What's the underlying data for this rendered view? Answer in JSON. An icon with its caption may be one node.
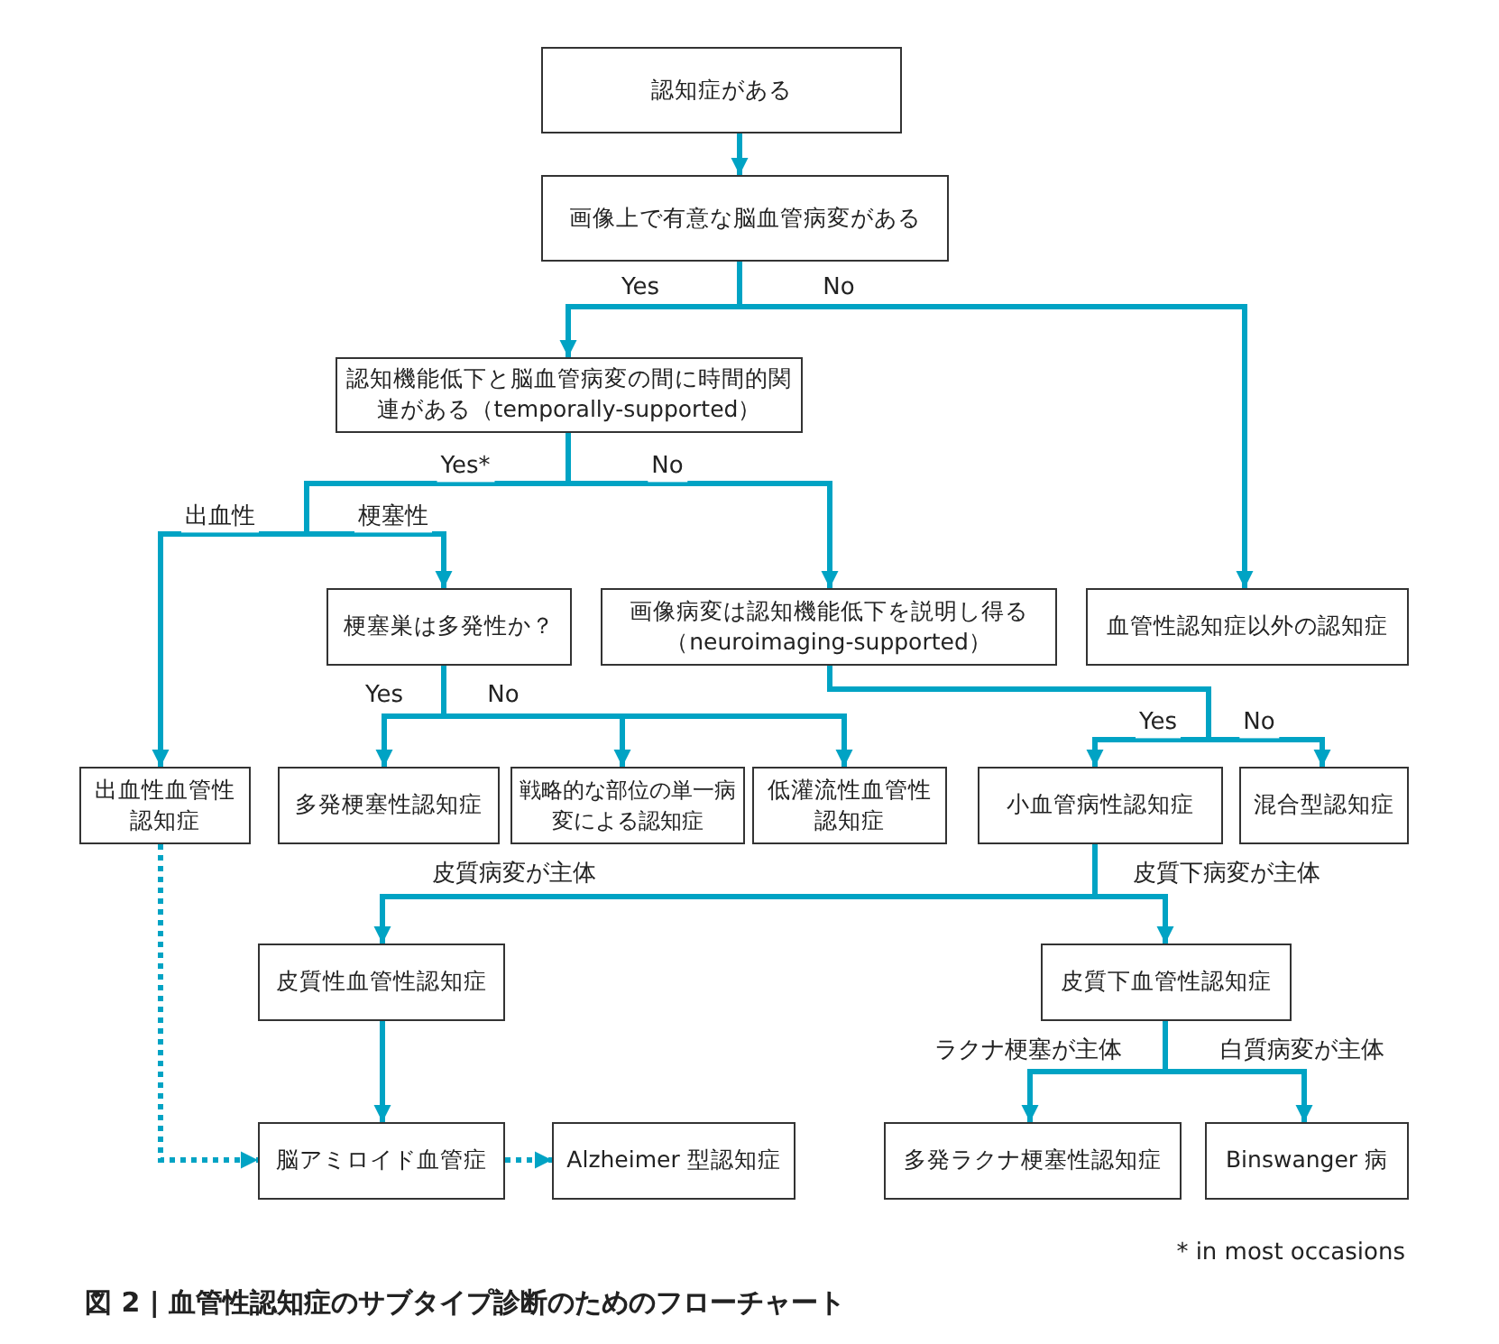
{
  "diagram": {
    "caption": "図 2 | 血管性認知症のサブタイプ診断のためのフローチャート",
    "nodes": [
      {
        "text": [
          "認知症がある"
        ]
      },
      {
        "text": [
          "画像上で有意な脳血管病変がある"
        ]
      },
      {
        "text": [
          "認知機能低下と脳血管病変の間に時間的関連がある（temporally-supported）"
        ]
      },
      {
        "text": [
          "梗塞巣は多発性か？"
        ]
      },
      {
        "text": [
          "画像病変は認知機能低下を説明し得る（neuroimaging-supported）"
        ]
      },
      {
        "text": [
          "血管性認知症以外の認知症"
        ]
      },
      {
        "text": [
          "出血性血管性認知症"
        ]
      },
      {
        "text": [
          "多発梗塞性認知症"
        ]
      },
      {
        "text": [
          "戦略的な部位の単一病変による認知症"
        ]
      },
      {
        "text": [
          "低灌流性血管性認知症"
        ]
      },
      {
        "text": [
          "小血管病性認知症"
        ]
      },
      {
        "text": [
          "混合型認知症"
        ]
      },
      {
        "text": [
          "皮質性血管性認知症"
        ]
      },
      {
        "text": [
          "皮質下血管性認知症"
        ]
      },
      {
        "text": [
          "脳アミロイド血管症"
        ]
      },
      {
        "text": [
          "Alzheimer 型認知症"
        ]
      },
      {
        "text": [
          "多発ラクナ梗塞性認知症"
        ]
      },
      {
        "text": [
          "Binswanger 病"
        ]
      }
    ],
    "edges": [
      {
        "from": 0,
        "to": 1,
        "arrow": "to"
      },
      {
        "from": 1,
        "to": 2,
        "arrow": "to",
        "label": "Yes"
      },
      {
        "from": 1,
        "to": 5,
        "arrow": "to",
        "label": "No"
      },
      {
        "from": 2,
        "to": 6,
        "arrow": "to",
        "label": "出血性"
      },
      {
        "from": 2,
        "to": 3,
        "arrow": "to",
        "label": "梗塞性"
      },
      {
        "from": 2,
        "to": 4,
        "arrow": "to",
        "label": "No"
      },
      {
        "from": 3,
        "to": 7,
        "arrow": "to",
        "label": "Yes"
      },
      {
        "from": 3,
        "to": 8,
        "arrow": "to",
        "label": "No"
      },
      {
        "from": 3,
        "to": 9,
        "arrow": "to"
      },
      {
        "from": 4,
        "to": 10,
        "arrow": "to",
        "label": "Yes"
      },
      {
        "from": 4,
        "to": 11,
        "arrow": "to",
        "label": "No"
      },
      {
        "from": 10,
        "to": 12,
        "arrow": "to",
        "label": "皮質病変が主体"
      },
      {
        "from": 10,
        "to": 13,
        "arrow": "to",
        "label": "皮質下病変が主体"
      },
      {
        "from": 12,
        "to": 14,
        "arrow": "to"
      },
      {
        "from": 6,
        "to": 14,
        "arrow": "to",
        "style": "dashed"
      },
      {
        "from": 14,
        "to": 15,
        "arrow": "to",
        "style": "dashed"
      },
      {
        "from": 13,
        "to": 16,
        "arrow": "to",
        "label": "ラクナ梗塞が主体"
      },
      {
        "from": 13,
        "to": 17,
        "arrow": "to",
        "label": "白質病変が主体"
      }
    ],
    "labels": [
      "Yes*",
      "* in most occasions"
    ]
  }
}
